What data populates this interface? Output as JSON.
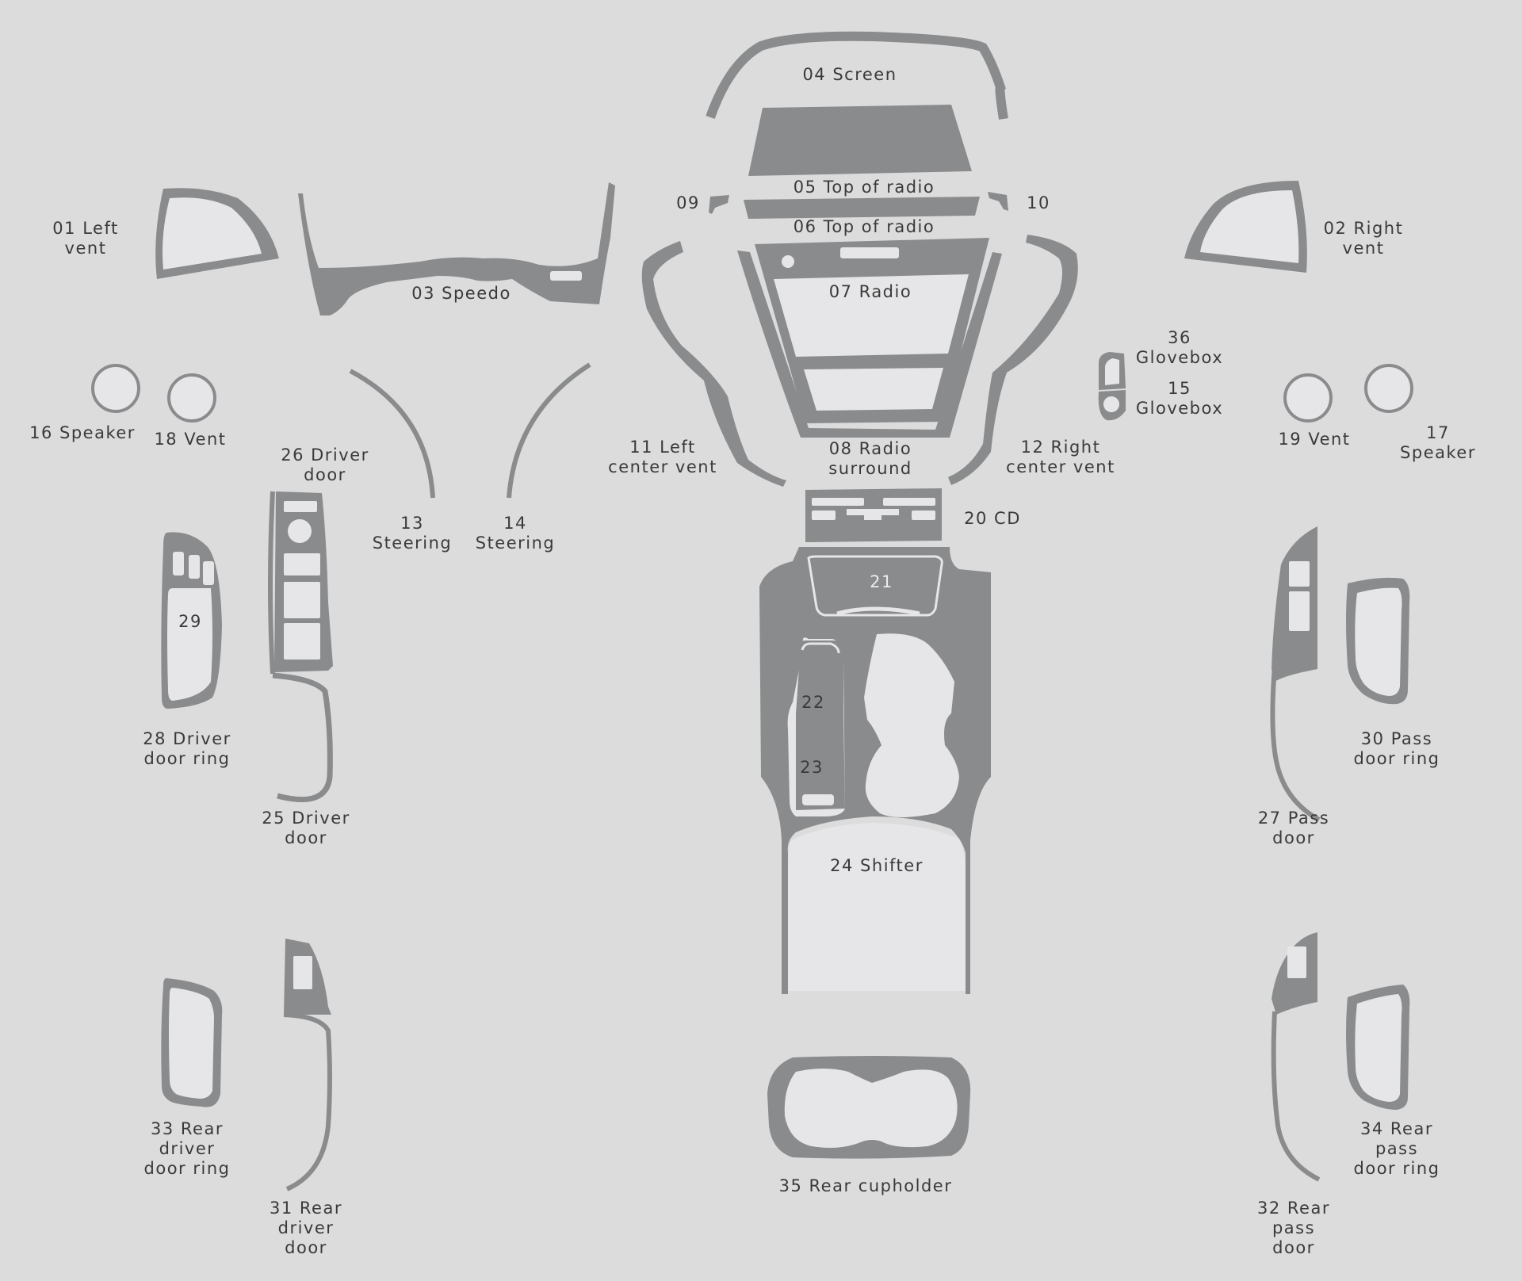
{
  "colors": {
    "background": "#dcdcdc",
    "part_fill": "#8a8b8d",
    "cutout_fill": "#e6e6e8",
    "label_text": "#3a3a3a"
  },
  "labels": {
    "p01": "01 Left\nvent",
    "p02": "02 Right\nvent",
    "p03": "03 Speedo",
    "p04": "04 Screen",
    "p05": "05 Top of radio",
    "p06": "06 Top of radio",
    "p07": "07 Radio",
    "p08": "08 Radio\nsurround",
    "p09": "09",
    "p10": "10",
    "p11": "11 Left\ncenter vent",
    "p12": "12 Right\ncenter vent",
    "p13": "13\nSteering",
    "p14": "14\nSteering",
    "p15": "15\nGlovebox",
    "p16": "16 Speaker",
    "p17": "17 Speaker",
    "p18": "18 Vent",
    "p19": "19 Vent",
    "p20": "20 CD",
    "p21": "21",
    "p22": "22",
    "p23": "23",
    "p24": "24 Shifter",
    "p25": "25 Driver\ndoor",
    "p26": "26 Driver\ndoor",
    "p27": "27 Pass\ndoor",
    "p28": "28 Driver\ndoor ring",
    "p29": "29",
    "p30": "30 Pass\ndoor ring",
    "p31": "31 Rear\ndriver\ndoor",
    "p32": "32 Rear\npass\ndoor",
    "p33": "33 Rear\ndriver\ndoor ring",
    "p34": "34 Rear\npass\ndoor ring",
    "p35": "35 Rear cupholder",
    "p36": "36\nGlovebox"
  }
}
